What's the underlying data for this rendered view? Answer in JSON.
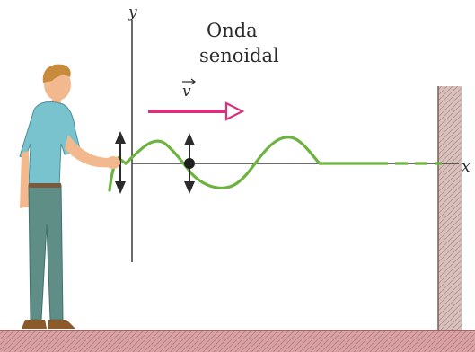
{
  "labels": {
    "title_line1": "Onda",
    "title_line2": "senoidal",
    "y_axis": "y",
    "x_axis": "x",
    "velocity": "v"
  },
  "colors": {
    "wave": "#6cb33f",
    "velocity_arrow": "#d8327a",
    "axes": "#3a3a3a",
    "wall": "#c9a9a4",
    "floor": "#c98f92",
    "shirt": "#79c3cf",
    "pants": "#5f8e86",
    "skin": "#f2b98e",
    "hair": "#c88a3b"
  },
  "icons": {
    "person": "person-icon",
    "vertical_motion": "double-arrow-icon",
    "particle": "dot-icon"
  }
}
